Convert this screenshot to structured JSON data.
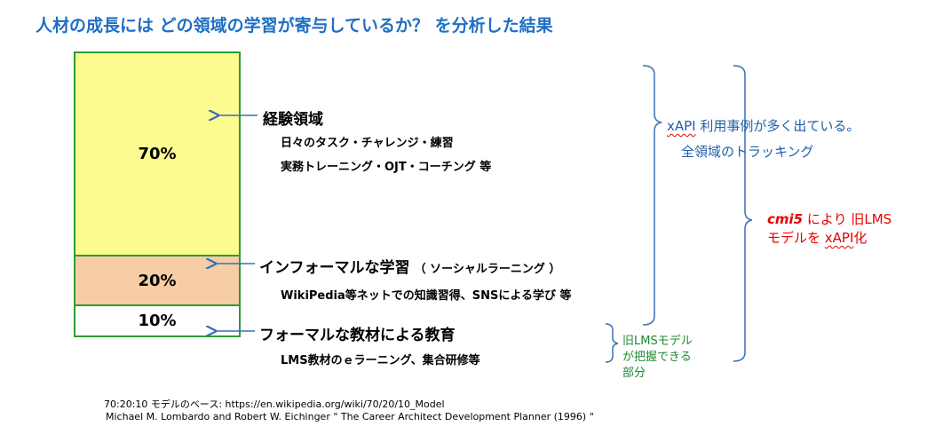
{
  "title": "人材の成長には どの領域の学習が寄与しているか？ を分析した結果",
  "boxes": {
    "b70": "70%",
    "b20": "20%",
    "b10": "10%"
  },
  "experience": {
    "heading": "経験領域",
    "line1": "日々のタスク・チャレンジ・練習",
    "line2": "実務トレーニング・OJT・コーチング 等"
  },
  "informal": {
    "heading": "インフォーマルな学習",
    "paren": "（ ソーシャルラーニング ）",
    "line1": "WikiPedia等ネットでの知識習得、SNSによる学び 等"
  },
  "formal": {
    "heading": "フォーマルな教材による教育",
    "line1": "LMS教材のｅラーニング、集合研修等"
  },
  "xapi_note": {
    "line1_prefix": "xAPI",
    "line1_rest": " 利用事例が多く出ている。",
    "line2": "全領域のトラッキング"
  },
  "cmi5_note": {
    "cmi5": "cmi5",
    "line1_rest": " により 旧LMS",
    "line2_prefix": "モデルを ",
    "xapi": "xAPI",
    "line2_suffix": "化"
  },
  "lms_note": {
    "line1": "旧LMSモデル",
    "line2": "が把握できる",
    "line3": "部分"
  },
  "footer": {
    "line1": "70:20:10 モデルのベース:  https://en.wikipedia.org/wiki/70/20/10_Model",
    "line2": "Michael M. Lombardo and Robert W. Eichinger  \" The Career Architect Development Planner (1996) \""
  },
  "colors": {
    "title": "#1f6fc4",
    "box_border": "#2e9b34",
    "box70": "#fbfb90",
    "box20": "#f7cda6",
    "box10": "#ffffff",
    "bracket_blue": "#3a6fb5",
    "red": "#e60000",
    "green": "#1c8a2f"
  }
}
